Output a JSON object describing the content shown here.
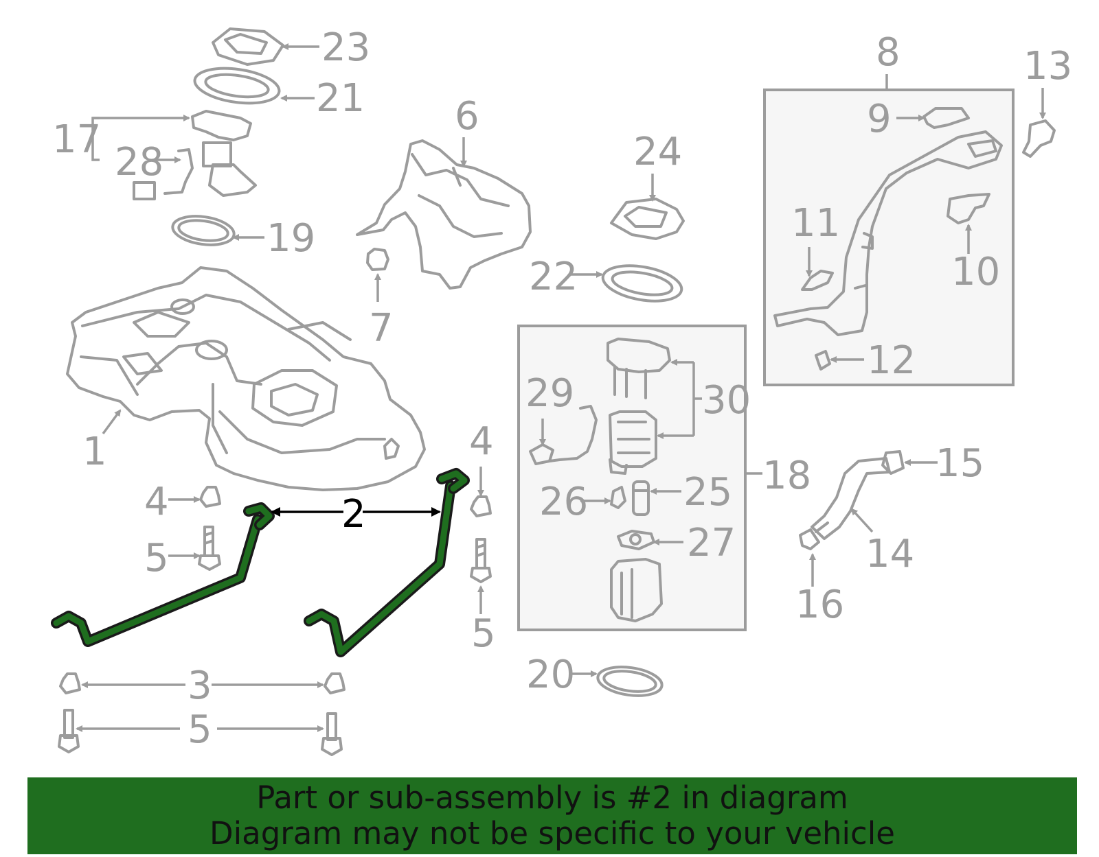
{
  "callouts": {
    "c1": "1",
    "c2": "2",
    "c3": "3",
    "c4a": "4",
    "c4b": "4",
    "c5a": "5",
    "c5b": "5",
    "c5c": "5",
    "c6": "6",
    "c7": "7",
    "c8": "8",
    "c9": "9",
    "c10": "10",
    "c11": "11",
    "c12": "12",
    "c13": "13",
    "c14": "14",
    "c15": "15",
    "c16": "16",
    "c17": "17",
    "c18": "18",
    "c19": "19",
    "c20": "20",
    "c21": "21",
    "c22": "22",
    "c23": "23",
    "c24": "24",
    "c25": "25",
    "c26": "26",
    "c27": "27",
    "c28": "28",
    "c29": "29",
    "c30": "30"
  },
  "highlighted_part": "2",
  "colors": {
    "highlight": "#1f6e1f",
    "line": "#9c9c9c",
    "banner": "#1f6e1f"
  },
  "banner": {
    "line1": "Part or sub-assembly is #2 in diagram",
    "line2": "Diagram may not be specific to your vehicle"
  }
}
